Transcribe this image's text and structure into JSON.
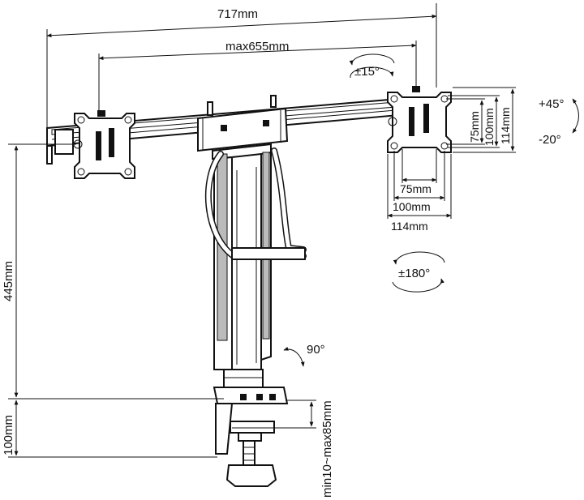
{
  "labels": {
    "overall_width": "717mm",
    "max_vesa_span": "max655mm",
    "tilt_rotation": "±15°",
    "tilt_up": "+45°",
    "tilt_down": "-20°",
    "pan_rotation": "±180°",
    "pole_height": "445mm",
    "arm_swivel": "90°",
    "clamp_depth": "100mm",
    "desk_thickness": "min10~max85mm",
    "vesa_h_75": "75mm",
    "vesa_h_100": "100mm",
    "vesa_h_114": "114mm",
    "vesa_v_75": "75mm",
    "vesa_v_100": "100mm",
    "vesa_v_114": "114mm"
  }
}
